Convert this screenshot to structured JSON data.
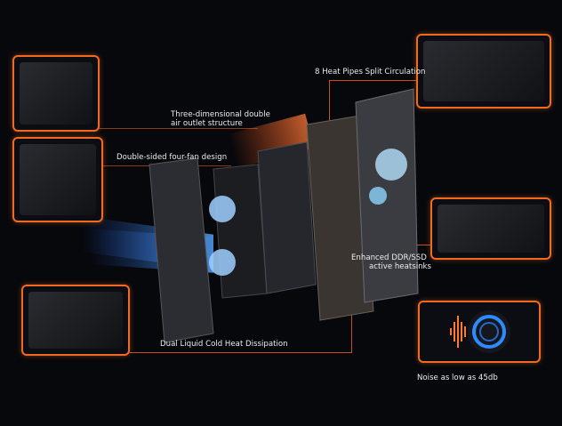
{
  "labels": {
    "heat_pipes": "8 Heat Pipes Split Circulation",
    "air_outlet_line1": "Three-dimensional double",
    "air_outlet_line2": "air outlet structure",
    "four_fan": "Double-sided four-fan design",
    "ddr_line1": "Enhanced  DDR/SSD",
    "ddr_line2": "active heatsinks",
    "liquid": "Dual Liquid Cold Heat Dissipation",
    "noise": "Noise as low as 45db"
  },
  "colors": {
    "accent": "#f06a22",
    "fan_blue": "#3a8cff",
    "background": "#07080c"
  }
}
